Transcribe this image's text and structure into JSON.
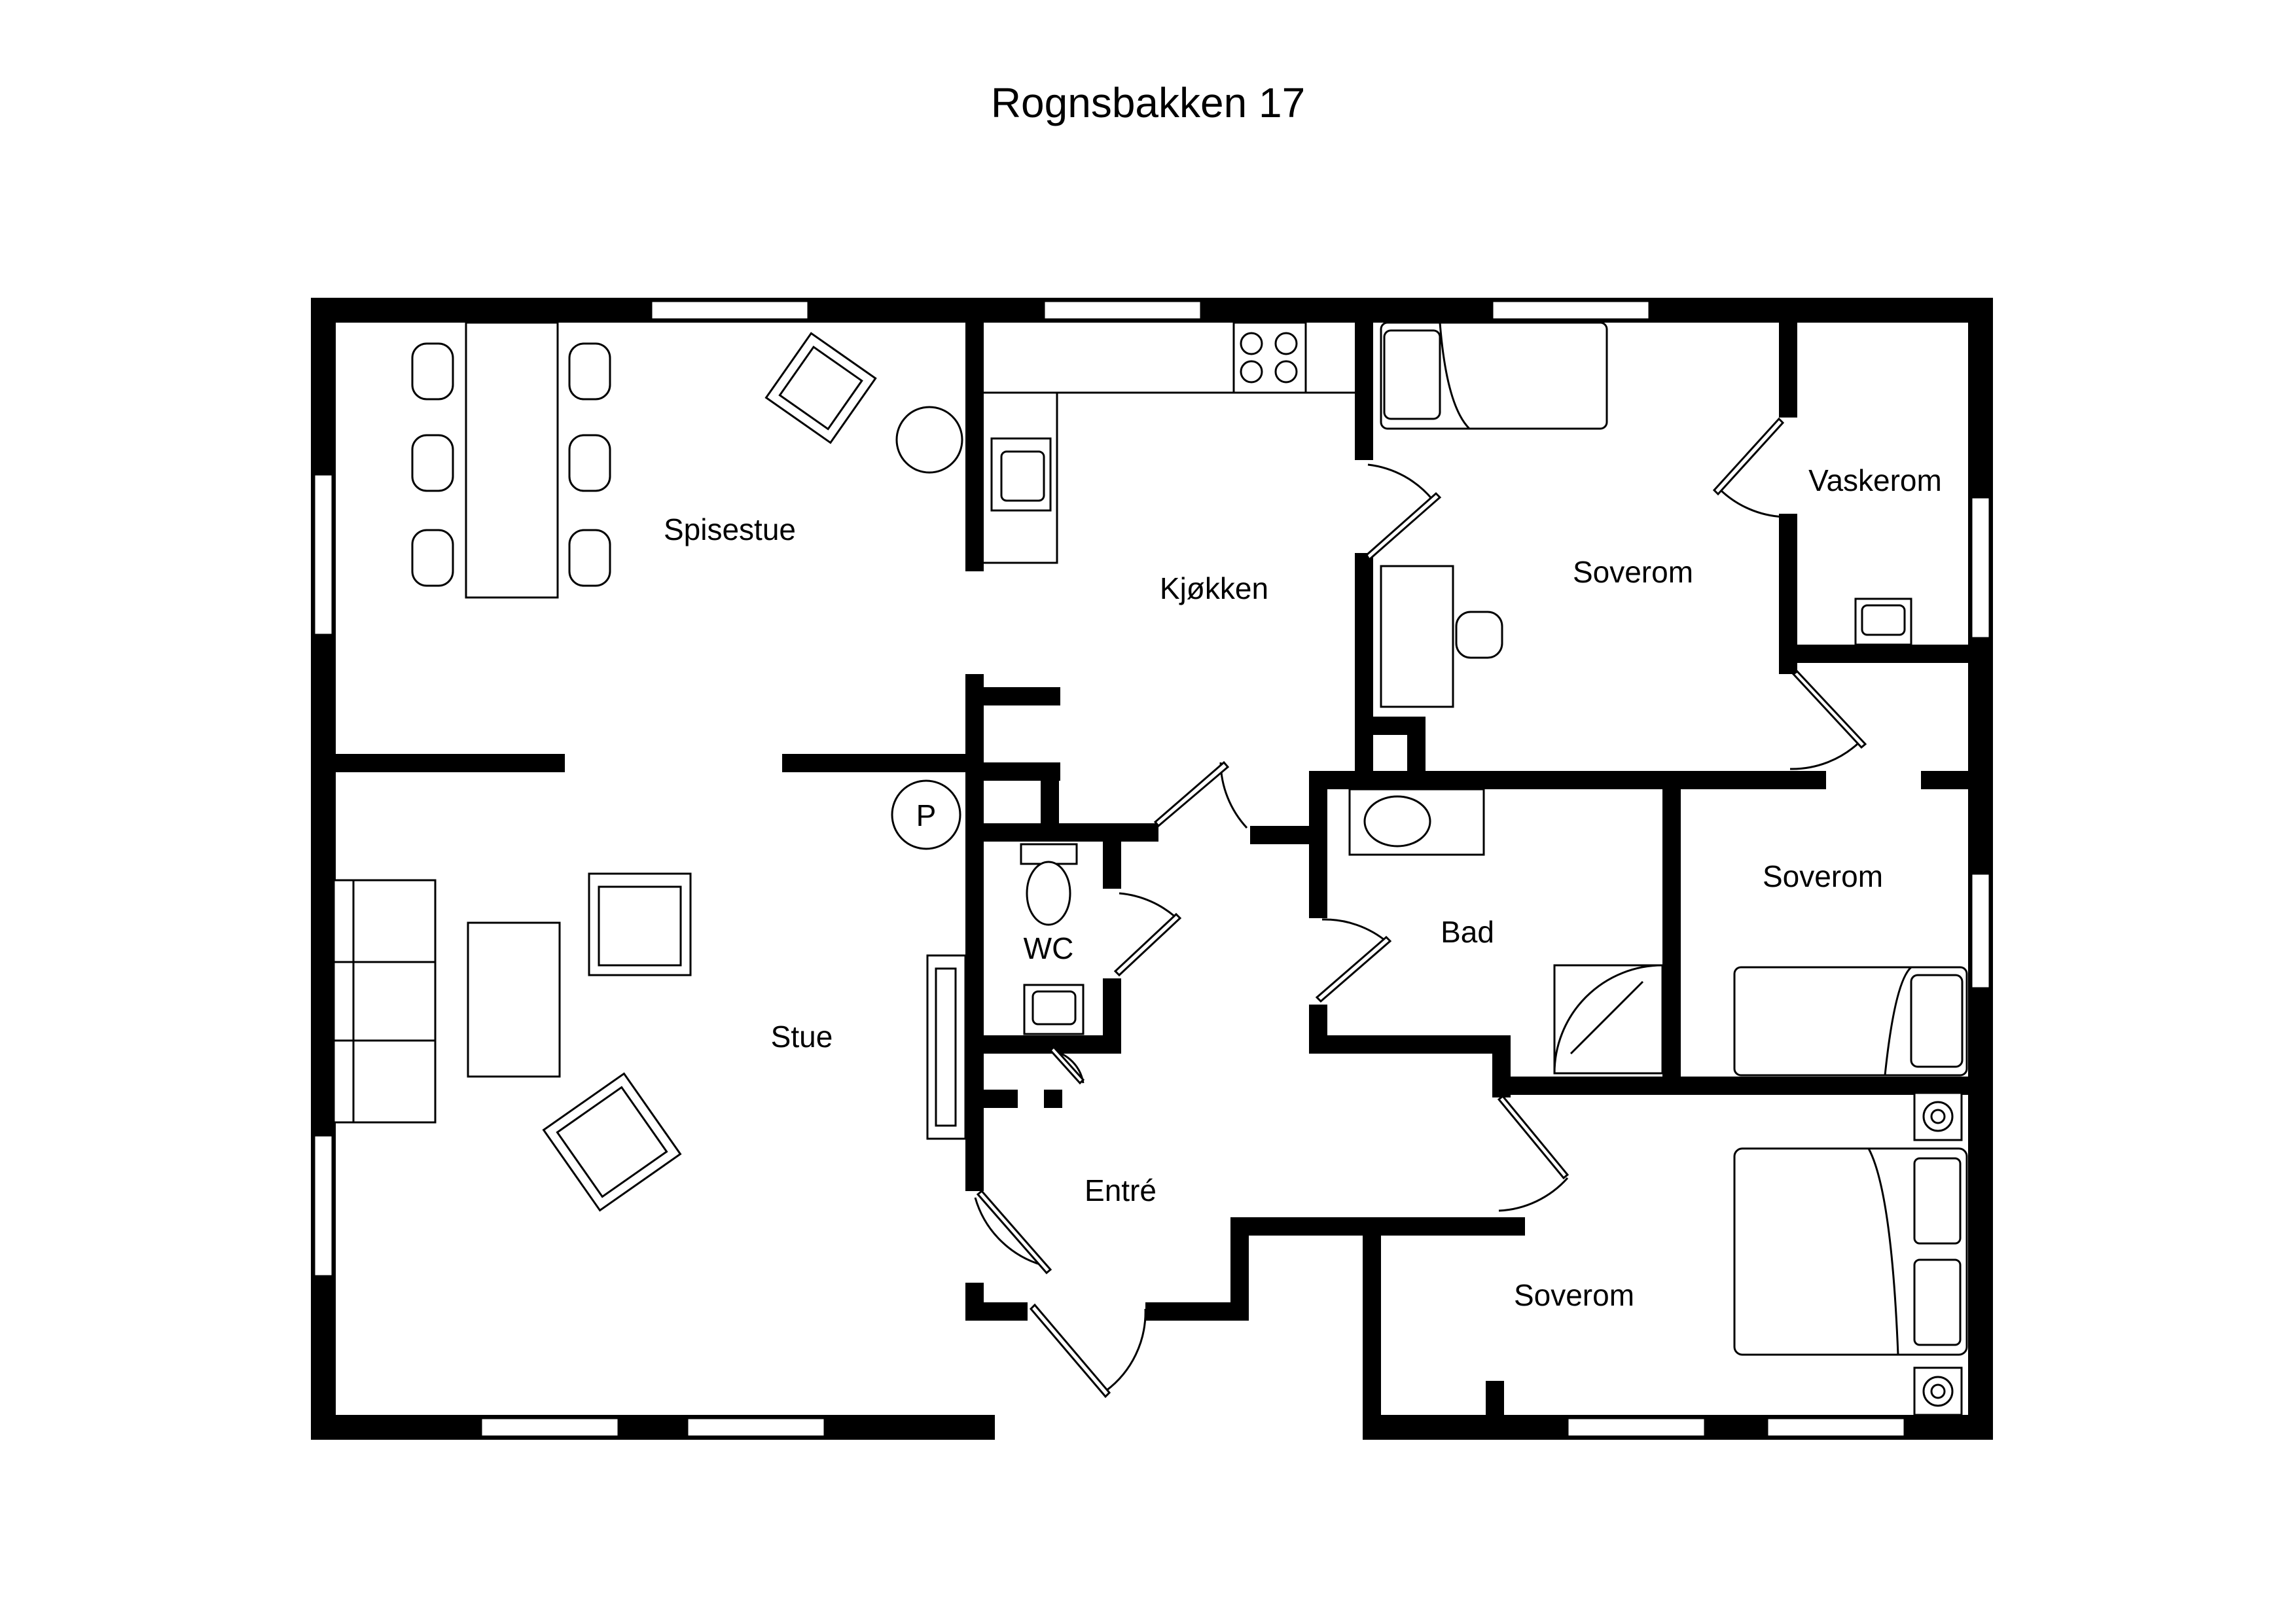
{
  "plan": {
    "title": "Rognsbakken 17",
    "rooms": {
      "spisestue": "Spisestue",
      "kjokken": "Kjøkken",
      "soverom_1": "Soverom",
      "vaskerom": "Vaskerom",
      "stue": "Stue",
      "wc": "WC",
      "bad": "Bad",
      "soverom_2": "Soverom",
      "entre": "Entré",
      "soverom_3": "Soverom"
    },
    "symbols": {
      "parking": "P"
    }
  }
}
